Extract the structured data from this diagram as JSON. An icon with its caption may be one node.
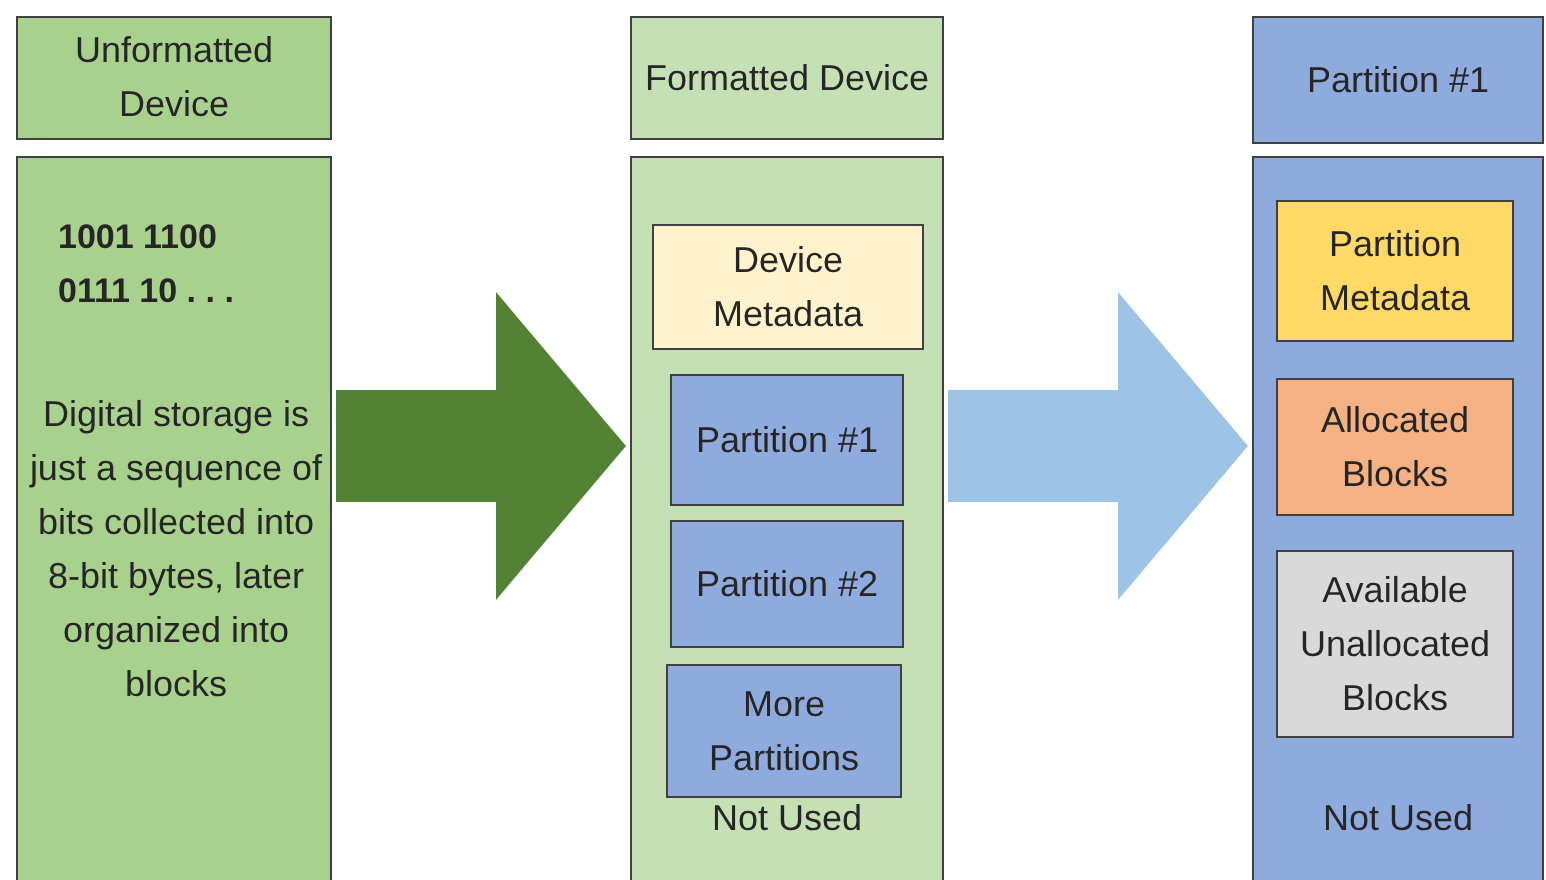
{
  "diagram": {
    "nodes": [
      {
        "text": [
          "Unformatted Device"
        ]
      },
      {
        "text": [
          "1001 1100 0111 10 . . .",
          "Digital storage is just a sequence of bits collected into 8-bit bytes, later organized into blocks"
        ]
      },
      {
        "text": [
          "Formatted Device"
        ]
      },
      {
        "text": [
          "Not Used"
        ]
      },
      {
        "text": [
          "Device Metadata"
        ],
        "in": 3
      },
      {
        "text": [
          "Partition #1"
        ],
        "in": 3
      },
      {
        "text": [
          "Partition #2"
        ],
        "in": 3
      },
      {
        "text": [
          "More Partitions"
        ],
        "in": 3
      },
      {
        "text": [
          "Partition #1"
        ]
      },
      {
        "text": [
          "Not Used"
        ]
      },
      {
        "text": [
          "Partition Metadata"
        ],
        "in": 9
      },
      {
        "text": [
          "Allocated Blocks"
        ],
        "in": 9
      },
      {
        "text": [
          "Available Unallocated Blocks"
        ],
        "in": 9
      }
    ],
    "edges": [
      {
        "from": 1,
        "to": 3,
        "arrow": "to",
        "style": "thick",
        "color": "#548235"
      },
      {
        "from": 3,
        "to": 9,
        "arrow": "to",
        "style": "thick",
        "color": "#9dc3e6"
      }
    ]
  }
}
